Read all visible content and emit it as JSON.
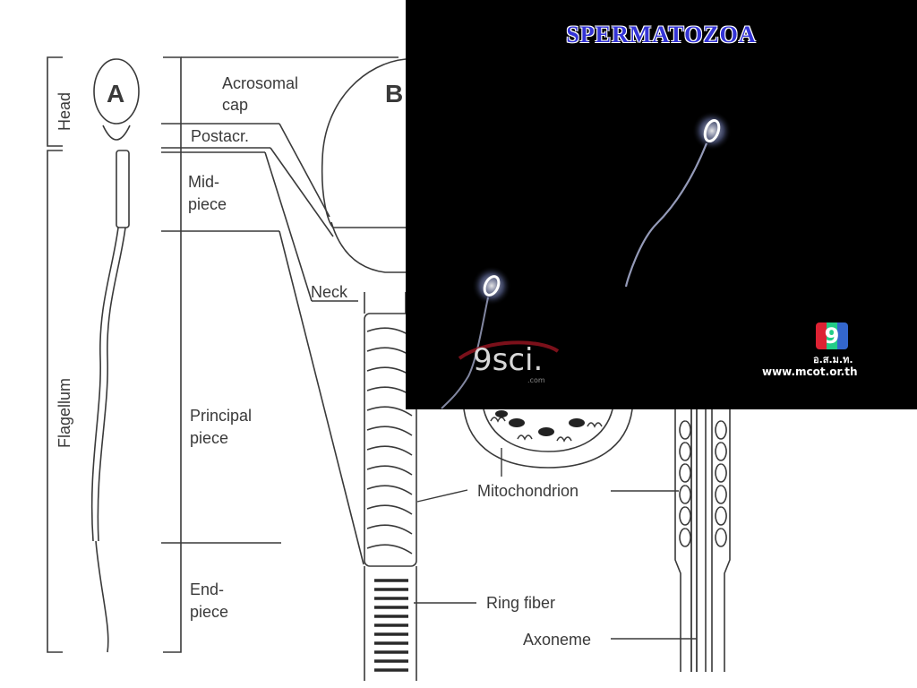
{
  "diagram": {
    "panel_a_letter": "A",
    "panel_b_letter": "B",
    "regions": {
      "head": "Head",
      "flagellum": "Flagellum"
    },
    "parts": {
      "acrosomal_1": "Acrosomal",
      "acrosomal_2": "cap",
      "postacr": "Postacr.",
      "mid_1": "Mid-",
      "mid_2": "piece",
      "neck": "Neck",
      "principal_1": "Principal",
      "principal_2": "piece",
      "end_1": "End-",
      "end_2": "piece"
    },
    "callouts": {
      "mitochondrion": "Mitochondrion",
      "ring_fiber": "Ring fiber",
      "axoneme": "Axoneme"
    }
  },
  "photo": {
    "title": "SPERMATOZOA",
    "watermark": "9sci.",
    "watermark_sub": ".com",
    "channel_number": "9",
    "channel_abbr": "อ.ส.ม.ท.",
    "channel_url": "www.mcot.or.th"
  }
}
